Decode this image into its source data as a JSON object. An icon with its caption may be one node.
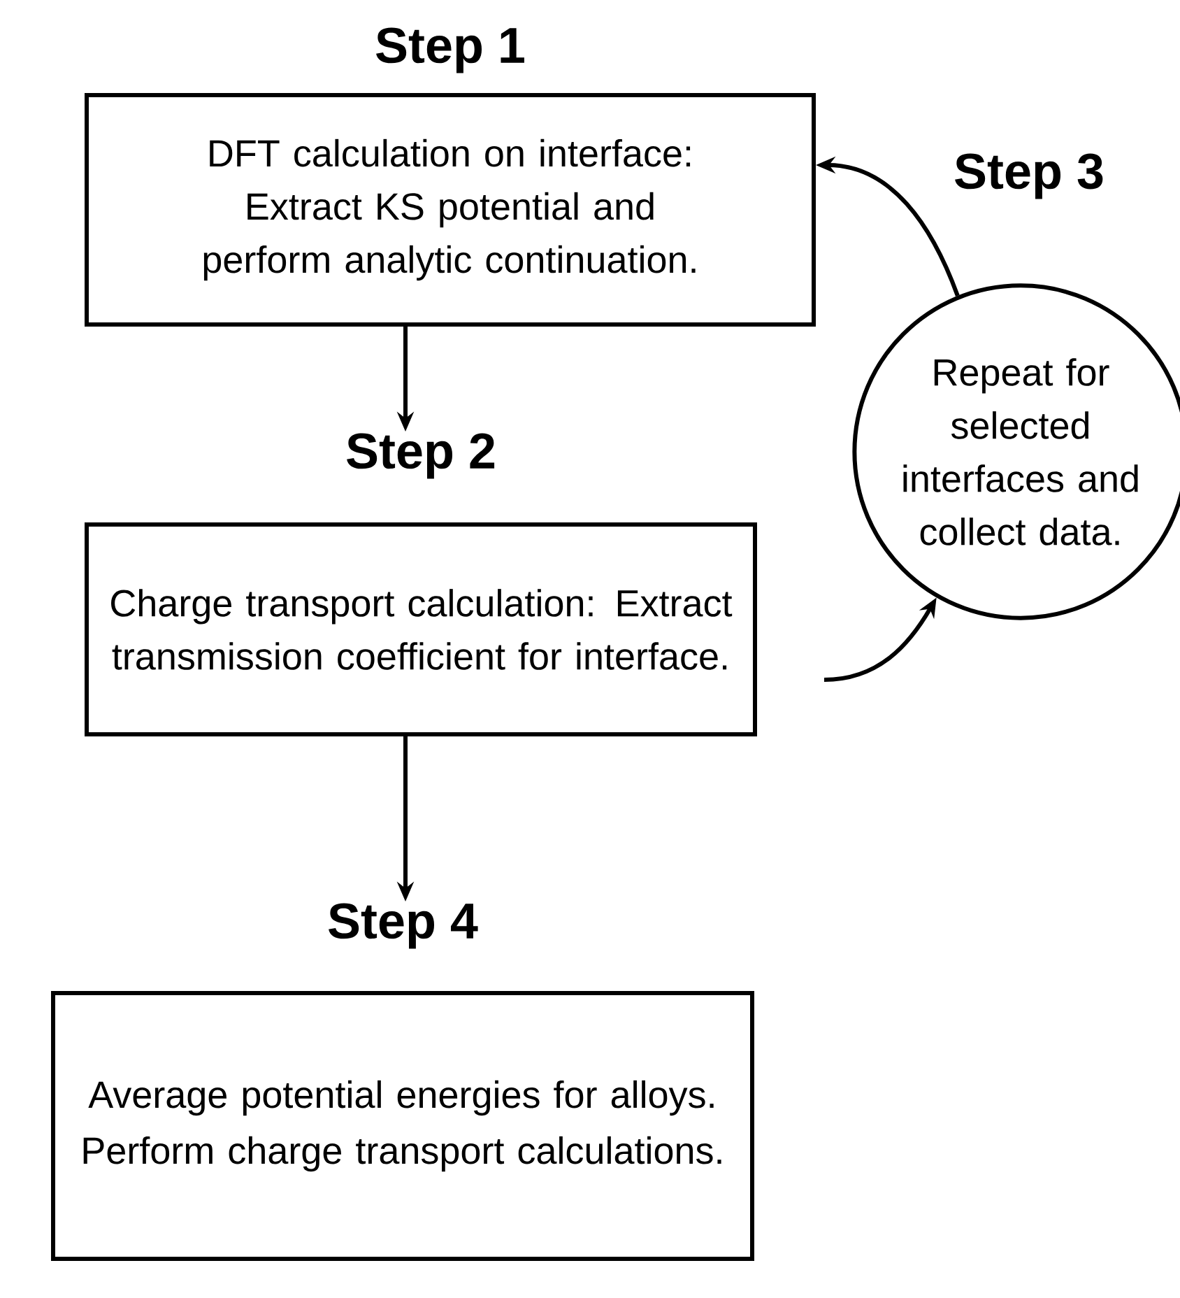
{
  "diagram": {
    "nodes": [
      {
        "text": [
          "Step 1",
          "DFT calculation on interface: Extract KS potential and perform analytic continuation."
        ]
      },
      {
        "text": [
          "Step 2",
          "Charge transport calculation: Extract transmission coefficient for interface."
        ]
      },
      {
        "text": [
          "Step 3",
          "Repeat for selected interfaces and collect data."
        ]
      },
      {
        "text": [
          "Step 4",
          "Average potential energies for alloys.",
          "Perform charge transport calculations."
        ]
      }
    ],
    "edges": [
      {
        "from": 0,
        "to": 1,
        "arrow": "to"
      },
      {
        "from": 1,
        "to": 3,
        "arrow": "to"
      },
      {
        "from": 1,
        "to": 2,
        "arrow": "to"
      },
      {
        "from": 2,
        "to": 0,
        "arrow": "to"
      }
    ]
  }
}
